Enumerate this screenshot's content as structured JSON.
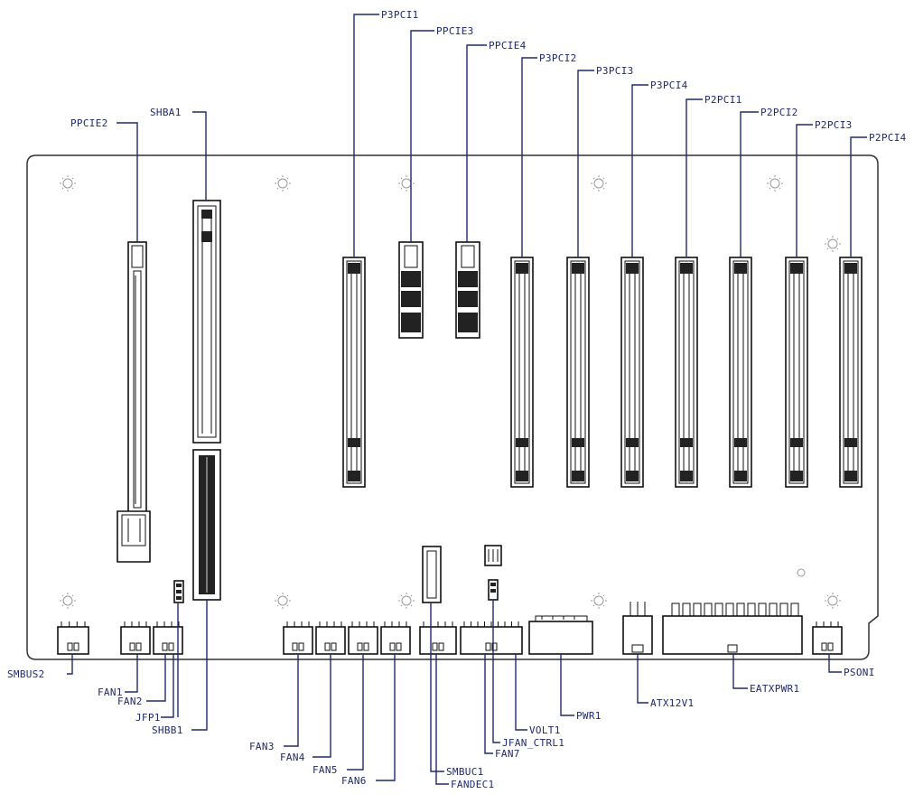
{
  "colors": {
    "label": "#1e2a6e",
    "outline": "#111111"
  },
  "top_labels": [
    {
      "id": "ppcie2",
      "text": "PPCIE2"
    },
    {
      "id": "shba1",
      "text": "SHBA1"
    },
    {
      "id": "p3pci1",
      "text": "P3PCI1"
    },
    {
      "id": "ppcie3",
      "text": "PPCIE3"
    },
    {
      "id": "ppcie4",
      "text": "PPCIE4"
    },
    {
      "id": "p3pci2",
      "text": "P3PCI2"
    },
    {
      "id": "p3pci3",
      "text": "P3PCI3"
    },
    {
      "id": "p3pci4",
      "text": "P3PCI4"
    },
    {
      "id": "p2pci1",
      "text": "P2PCI1"
    },
    {
      "id": "p2pci2",
      "text": "P2PCI2"
    },
    {
      "id": "p2pci3",
      "text": "P2PCI3"
    },
    {
      "id": "p2pci4",
      "text": "P2PCI4"
    }
  ],
  "bottom_labels": [
    {
      "id": "smbus2",
      "text": "SMBUS2"
    },
    {
      "id": "fan1",
      "text": "FAN1"
    },
    {
      "id": "fan2",
      "text": "FAN2"
    },
    {
      "id": "jfp1",
      "text": "JFP1"
    },
    {
      "id": "shbb1",
      "text": "SHBB1"
    },
    {
      "id": "fan3",
      "text": "FAN3"
    },
    {
      "id": "fan4",
      "text": "FAN4"
    },
    {
      "id": "fan5",
      "text": "FAN5"
    },
    {
      "id": "fan6",
      "text": "FAN6"
    },
    {
      "id": "smbuc1",
      "text": "SMBUC1"
    },
    {
      "id": "fandec1",
      "text": "FANDEC1"
    },
    {
      "id": "fan7",
      "text": "FAN7"
    },
    {
      "id": "jfan_ctrl1",
      "text": "JFAN_CTRL1"
    },
    {
      "id": "volt1",
      "text": "VOLT1"
    },
    {
      "id": "pwr1",
      "text": "PWR1"
    },
    {
      "id": "atx12v1",
      "text": "ATX12V1"
    },
    {
      "id": "eatxpwr1",
      "text": "EATXPWR1"
    },
    {
      "id": "psoni",
      "text": "PSONI"
    }
  ]
}
